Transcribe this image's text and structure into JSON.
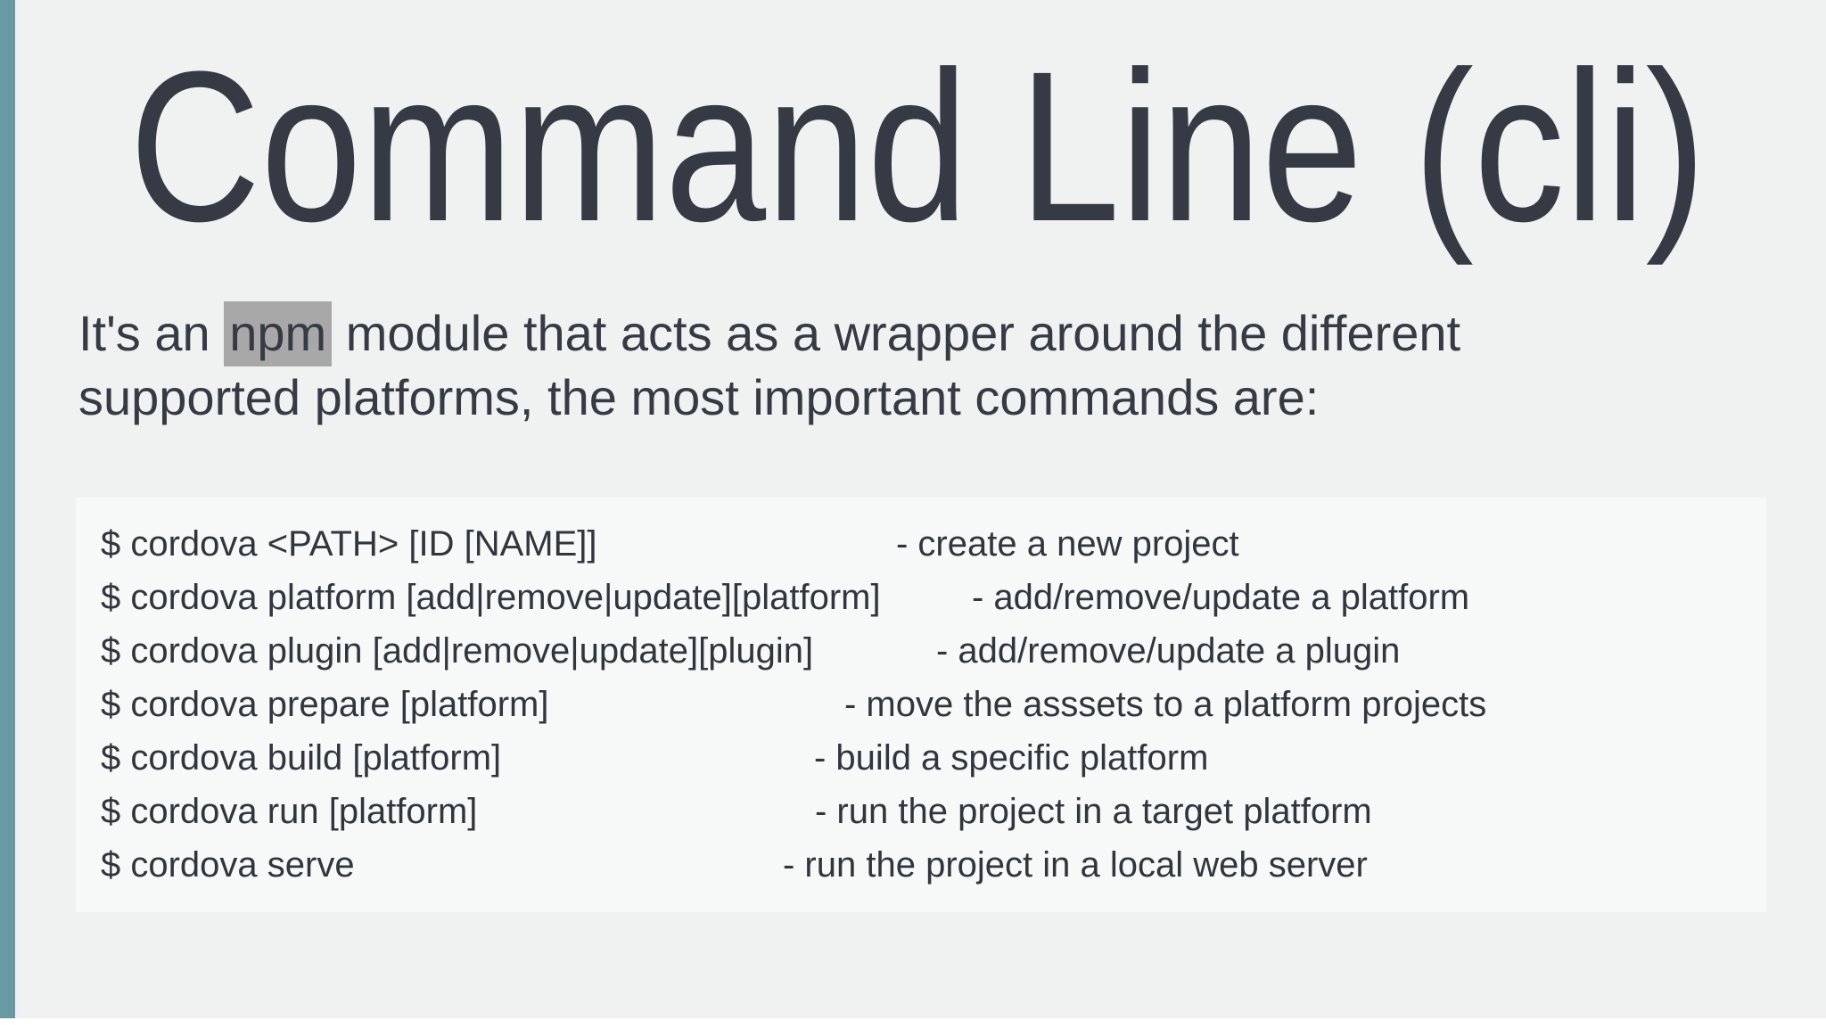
{
  "slide": {
    "title": "Command Line (cli)",
    "intro": {
      "before": "It's an ",
      "highlight": "npm",
      "line1_rest": " module that acts as a wrapper around the different",
      "line2": "supported platforms, the most important commands are:"
    },
    "commands": [
      {
        "cmd": "$ cordova <PATH> [ID [NAME]]",
        "desc": "- create a new project"
      },
      {
        "cmd": "$ cordova platform [add|remove|update][platform]",
        "desc": "- add/remove/update a platform"
      },
      {
        "cmd": "$ cordova plugin [add|remove|update][plugin]",
        "desc": "- add/remove/update a plugin"
      },
      {
        "cmd": "$ cordova prepare [platform]",
        "desc": "- move the asssets to a platform projects"
      },
      {
        "cmd": "$ cordova build [platform]",
        "desc": "- build a specific platform"
      },
      {
        "cmd": "$ cordova run [platform]",
        "desc": "- run the project in a target platform"
      },
      {
        "cmd": "$ cordova serve",
        "desc": "- run the project in a local web server"
      }
    ],
    "colors": {
      "accent_bar": "#689aa3",
      "background": "#f0f1f1",
      "code_background": "#f7f8f8",
      "text": "#363a44",
      "highlight_bg": "#a8a8a8"
    }
  }
}
